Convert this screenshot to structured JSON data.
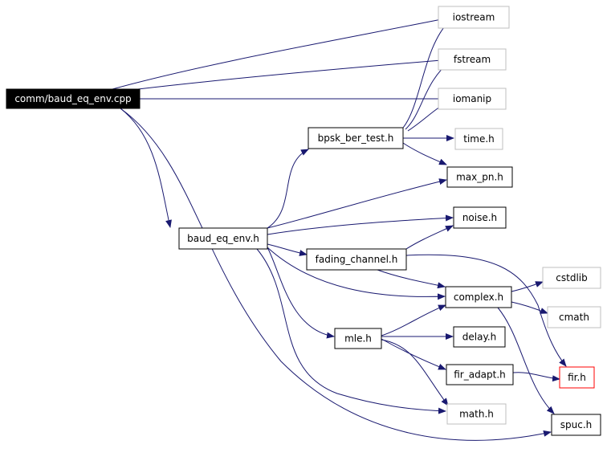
{
  "diagram": {
    "nodes": [
      {
        "id": "root",
        "label": "comm/baud_eq_env.cpp",
        "style": "root"
      },
      {
        "id": "iostream",
        "label": "iostream",
        "style": "external"
      },
      {
        "id": "fstream",
        "label": "fstream",
        "style": "external"
      },
      {
        "id": "iomanip",
        "label": "iomanip",
        "style": "external"
      },
      {
        "id": "time",
        "label": "time.h",
        "style": "external"
      },
      {
        "id": "bpsk",
        "label": "bpsk_ber_test.h",
        "style": "normal"
      },
      {
        "id": "maxpn",
        "label": "max_pn.h",
        "style": "normal"
      },
      {
        "id": "noise",
        "label": "noise.h",
        "style": "normal"
      },
      {
        "id": "baud",
        "label": "baud_eq_env.h",
        "style": "normal"
      },
      {
        "id": "fading",
        "label": "fading_channel.h",
        "style": "normal"
      },
      {
        "id": "cstdlib",
        "label": "cstdlib",
        "style": "external"
      },
      {
        "id": "complex",
        "label": "complex.h",
        "style": "normal"
      },
      {
        "id": "cmath",
        "label": "cmath",
        "style": "external"
      },
      {
        "id": "mle",
        "label": "mle.h",
        "style": "normal"
      },
      {
        "id": "delay",
        "label": "delay.h",
        "style": "normal"
      },
      {
        "id": "fir",
        "label": "fir.h",
        "style": "truncated"
      },
      {
        "id": "firadapt",
        "label": "fir_adapt.h",
        "style": "normal"
      },
      {
        "id": "math",
        "label": "math.h",
        "style": "external"
      },
      {
        "id": "spuc",
        "label": "spuc.h",
        "style": "normal"
      }
    ],
    "edges": [
      [
        "root",
        "iostream"
      ],
      [
        "root",
        "fstream"
      ],
      [
        "root",
        "iomanip"
      ],
      [
        "root",
        "baud"
      ],
      [
        "root",
        "spuc"
      ],
      [
        "bpsk",
        "iostream"
      ],
      [
        "bpsk",
        "fstream"
      ],
      [
        "bpsk",
        "iomanip"
      ],
      [
        "bpsk",
        "time"
      ],
      [
        "bpsk",
        "maxpn"
      ],
      [
        "baud",
        "bpsk"
      ],
      [
        "baud",
        "maxpn"
      ],
      [
        "baud",
        "noise"
      ],
      [
        "baud",
        "fading"
      ],
      [
        "baud",
        "complex"
      ],
      [
        "baud",
        "mle"
      ],
      [
        "baud",
        "math"
      ],
      [
        "fading",
        "noise"
      ],
      [
        "fading",
        "complex"
      ],
      [
        "fading",
        "fir"
      ],
      [
        "complex",
        "cstdlib"
      ],
      [
        "complex",
        "cmath"
      ],
      [
        "complex",
        "spuc"
      ],
      [
        "mle",
        "complex"
      ],
      [
        "mle",
        "delay"
      ],
      [
        "mle",
        "firadapt"
      ],
      [
        "mle",
        "math"
      ],
      [
        "firadapt",
        "fir"
      ]
    ],
    "colors": {
      "edge": "#191970",
      "normal_border": "#000000",
      "external_border": "#bfbfbf",
      "truncated_border": "#ff0000",
      "root_fill": "#000000",
      "root_text": "#ffffff"
    }
  }
}
